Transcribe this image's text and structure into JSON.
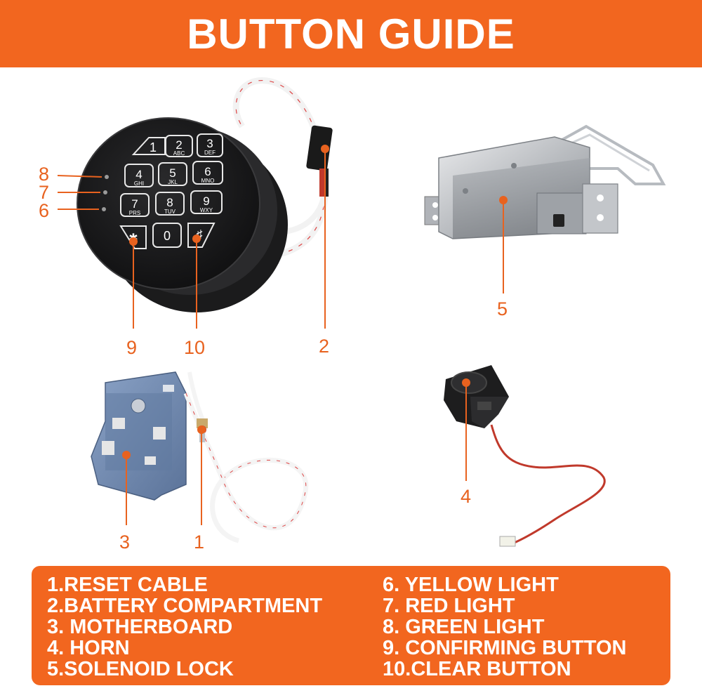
{
  "title": "BUTTON GUIDE",
  "callouts": {
    "c8": "8",
    "c7": "7",
    "c6": "6",
    "c9": "9",
    "c10": "10",
    "c2": "2",
    "c5": "5",
    "c3": "3",
    "c1": "1",
    "c4": "4"
  },
  "keypad": {
    "k1": "1",
    "k2": "2",
    "k2s": "ABC",
    "k3": "3",
    "k3s": "DEF",
    "k4": "4",
    "k4s": "GHI",
    "k5": "5",
    "k5s": "JKL",
    "k6": "6",
    "k6s": "MNO",
    "k7": "7",
    "k7s": "PRS",
    "k8": "8",
    "k8s": "TUV",
    "k9": "9",
    "k9s": "WXY",
    "k0": "0",
    "kstar": "✱",
    "khash": "♯"
  },
  "legend": {
    "left": [
      "1.RESET CABLE",
      "2.BATTERY COMPARTMENT",
      "3. MOTHERBOARD",
      "4. HORN",
      "5.SOLENOID LOCK"
    ],
    "right": [
      "6. YELLOW LIGHT",
      "7. RED LIGHT",
      "8. GREEN LIGHT",
      "9. CONFIRMING BUTTON",
      "10.CLEAR BUTTON"
    ]
  },
  "colors": {
    "accent": "#f2661f",
    "label": "#e8621f",
    "text_on_accent": "#ffffff"
  }
}
